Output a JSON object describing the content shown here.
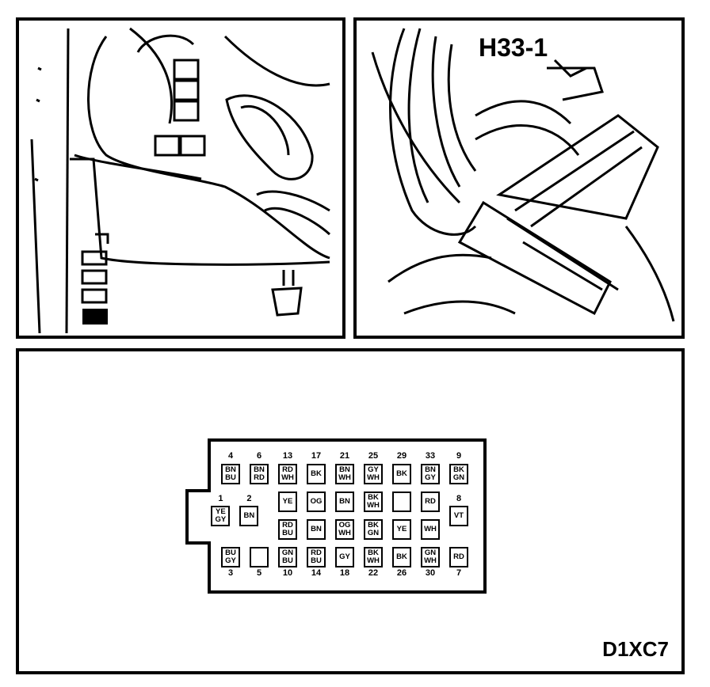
{
  "figure_code": "D1XC7",
  "connector_label": "H33-1",
  "pins": [
    {
      "n": "4",
      "c": [
        "BN",
        "BU"
      ],
      "row": 0,
      "col": 0
    },
    {
      "n": "6",
      "c": [
        "BN",
        "RD"
      ],
      "row": 0,
      "col": 1
    },
    {
      "n": "13",
      "c": [
        "RD",
        "WH"
      ],
      "row": 0,
      "col": 2
    },
    {
      "n": "17",
      "c": [
        "BK"
      ],
      "row": 0,
      "col": 3
    },
    {
      "n": "21",
      "c": [
        "BN",
        "WH"
      ],
      "row": 0,
      "col": 4
    },
    {
      "n": "25",
      "c": [
        "GY",
        "WH"
      ],
      "row": 0,
      "col": 5
    },
    {
      "n": "29",
      "c": [
        "BK"
      ],
      "row": 0,
      "col": 6
    },
    {
      "n": "33",
      "c": [
        "BN",
        "GY"
      ],
      "row": 0,
      "col": 7
    },
    {
      "n": "9",
      "c": [
        "BK",
        "GN"
      ],
      "row": 0,
      "col": 8
    },
    {
      "n": "1",
      "c": [
        "YE",
        "GY"
      ],
      "row": 1.5,
      "col": -0.35
    },
    {
      "n": "2",
      "c": [
        "BN"
      ],
      "row": 1.5,
      "col": 0.65
    },
    {
      "n": "",
      "c": [
        "YE"
      ],
      "row": 1,
      "col": 2
    },
    {
      "n": "",
      "c": [
        "OG"
      ],
      "row": 1,
      "col": 3
    },
    {
      "n": "",
      "c": [
        "BN"
      ],
      "row": 1,
      "col": 4
    },
    {
      "n": "",
      "c": [
        "BK",
        "WH"
      ],
      "row": 1,
      "col": 5
    },
    {
      "n": "",
      "c": [],
      "row": 1,
      "col": 6
    },
    {
      "n": "",
      "c": [
        "RD"
      ],
      "row": 1,
      "col": 7
    },
    {
      "n": "8",
      "c": [
        "VT"
      ],
      "row": 1.5,
      "col": 8
    },
    {
      "n": "",
      "c": [
        "RD",
        "BU"
      ],
      "row": 2,
      "col": 2
    },
    {
      "n": "",
      "c": [
        "BN"
      ],
      "row": 2,
      "col": 3
    },
    {
      "n": "",
      "c": [
        "OG",
        "WH"
      ],
      "row": 2,
      "col": 4
    },
    {
      "n": "",
      "c": [
        "BK",
        "GN"
      ],
      "row": 2,
      "col": 5
    },
    {
      "n": "",
      "c": [
        "YE"
      ],
      "row": 2,
      "col": 6
    },
    {
      "n": "",
      "c": [
        "WH"
      ],
      "row": 2,
      "col": 7
    },
    {
      "n": "3",
      "c": [
        "BU",
        "GY"
      ],
      "row": 3,
      "col": 0
    },
    {
      "n": "5",
      "c": [],
      "row": 3,
      "col": 1
    },
    {
      "n": "10",
      "c": [
        "GN",
        "BU"
      ],
      "row": 3,
      "col": 2
    },
    {
      "n": "14",
      "c": [
        "RD",
        "BU"
      ],
      "row": 3,
      "col": 3
    },
    {
      "n": "18",
      "c": [
        "GY"
      ],
      "row": 3,
      "col": 4
    },
    {
      "n": "22",
      "c": [
        "BK",
        "WH"
      ],
      "row": 3,
      "col": 5
    },
    {
      "n": "26",
      "c": [
        "BK"
      ],
      "row": 3,
      "col": 6
    },
    {
      "n": "30",
      "c": [
        "GN",
        "WH"
      ],
      "row": 3,
      "col": 7
    },
    {
      "n": "7",
      "c": [
        "RD"
      ],
      "row": 3,
      "col": 8
    }
  ]
}
